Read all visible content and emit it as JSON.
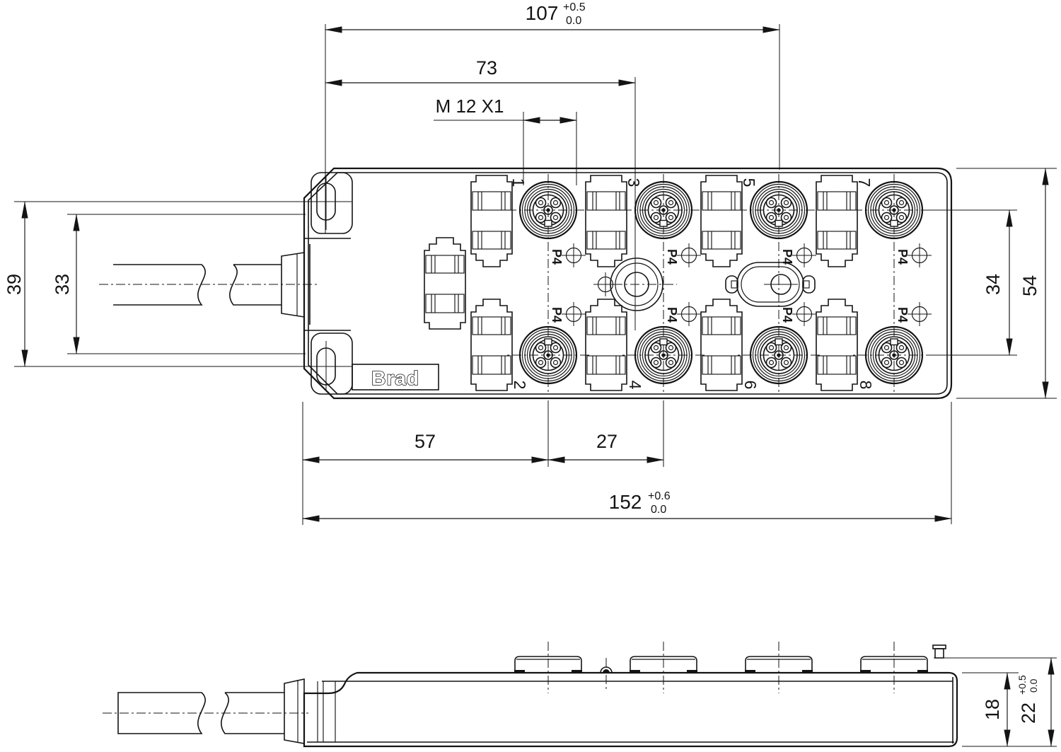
{
  "brand": {
    "logo": "Brad"
  },
  "callouts": {
    "thread": "M 12 X1"
  },
  "ports": [
    {
      "number": "1",
      "label": "P4"
    },
    {
      "number": "2",
      "label": "P4"
    },
    {
      "number": "3",
      "label": "P4"
    },
    {
      "number": "4",
      "label": "P4"
    },
    {
      "number": "5",
      "label": "P4"
    },
    {
      "number": "6",
      "label": "P4"
    },
    {
      "number": "7",
      "label": "P4"
    },
    {
      "number": "8",
      "label": "P4"
    }
  ],
  "dimensions": {
    "d107": {
      "value": "107",
      "tol_plus": "+0.5",
      "tol_minus": "0.0"
    },
    "d73": {
      "value": "73"
    },
    "d57": {
      "value": "57"
    },
    "d27": {
      "value": "27"
    },
    "d152": {
      "value": "152",
      "tol_plus": "+0.6",
      "tol_minus": "0.0"
    },
    "d39": {
      "value": "39"
    },
    "d33": {
      "value": "33"
    },
    "d34": {
      "value": "34"
    },
    "d54": {
      "value": "54"
    },
    "d18": {
      "value": "18"
    },
    "d22": {
      "value": "22",
      "tol_plus": "+0.5",
      "tol_minus": "0.0"
    }
  }
}
